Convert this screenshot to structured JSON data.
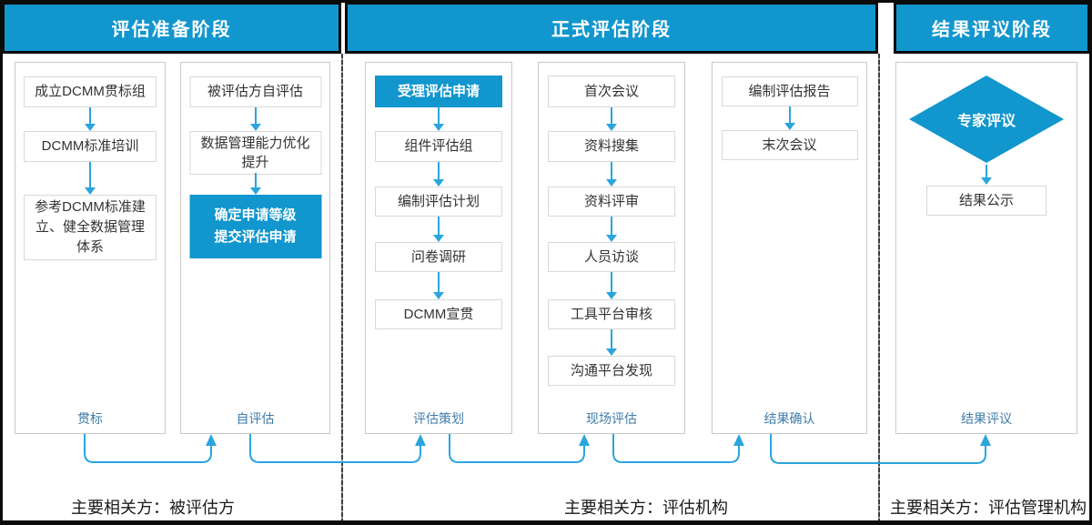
{
  "colors": {
    "accent_blue": "#1196ce",
    "arrow_blue": "#2aa5de",
    "lane_label_blue": "#3f7ca8",
    "border_black": "#0b0b0b",
    "box_border_gray": "#d9d9d9"
  },
  "phases": [
    {
      "title": "评估准备阶段",
      "stakeholder": "主要相关方：被评估方"
    },
    {
      "title": "正式评估阶段",
      "stakeholder": "主要相关方：评估机构"
    },
    {
      "title": "结果评议阶段",
      "stakeholder": "主要相关方：评估管理机构"
    }
  ],
  "lanes": [
    {
      "label": "贯标",
      "steps": [
        {
          "label": "成立DCMM贯标组"
        },
        {
          "label": "DCMM标准培训"
        },
        {
          "label": "参考DCMM标准建立、健全数据管理体系"
        }
      ]
    },
    {
      "label": "自评估",
      "steps": [
        {
          "label": "被评估方自评估"
        },
        {
          "label": "数据管理能力优化提升"
        },
        {
          "label": "确定申请等级\n提交评估申请",
          "highlight": true
        }
      ]
    },
    {
      "label": "评估策划",
      "steps": [
        {
          "label": "受理评估申请",
          "highlight": true
        },
        {
          "label": "组件评估组"
        },
        {
          "label": "编制评估计划"
        },
        {
          "label": "问卷调研"
        },
        {
          "label": "DCMM宣贯"
        }
      ]
    },
    {
      "label": "现场评估",
      "steps": [
        {
          "label": "首次会议"
        },
        {
          "label": "资料搜集"
        },
        {
          "label": "资料评审"
        },
        {
          "label": "人员访谈"
        },
        {
          "label": "工具平台审核"
        },
        {
          "label": "沟通平台发现"
        }
      ]
    },
    {
      "label": "结果确认",
      "steps": [
        {
          "label": "编制评估报告"
        },
        {
          "label": "末次会议"
        }
      ]
    },
    {
      "label": "结果评议",
      "steps": [
        {
          "label": "专家评议",
          "shape": "diamond",
          "highlight": true
        },
        {
          "label": "结果公示"
        }
      ]
    }
  ]
}
